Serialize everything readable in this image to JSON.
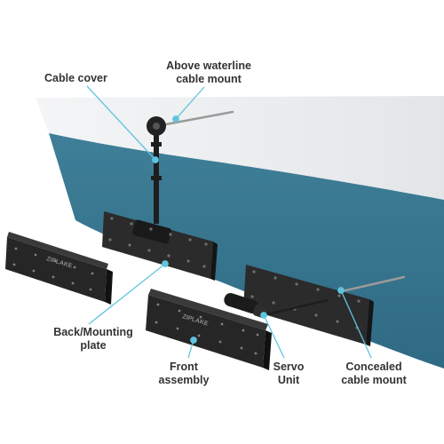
{
  "brand": "ZIPLAKE",
  "colors": {
    "hull": "#3d7c96",
    "deck": "#eef0f1",
    "plate": "#2b2b2b",
    "leader": "#5fc4de"
  },
  "labels": {
    "cable_cover": "Cable cover",
    "above_waterline": [
      "Above waterline",
      "cable mount"
    ],
    "back_mounting": [
      "Back/Mounting",
      "plate"
    ],
    "front_assembly": [
      "Front",
      "assembly"
    ],
    "servo_unit": [
      "Servo",
      "Unit"
    ],
    "concealed_mount": [
      "Concealed",
      "cable mount"
    ]
  }
}
